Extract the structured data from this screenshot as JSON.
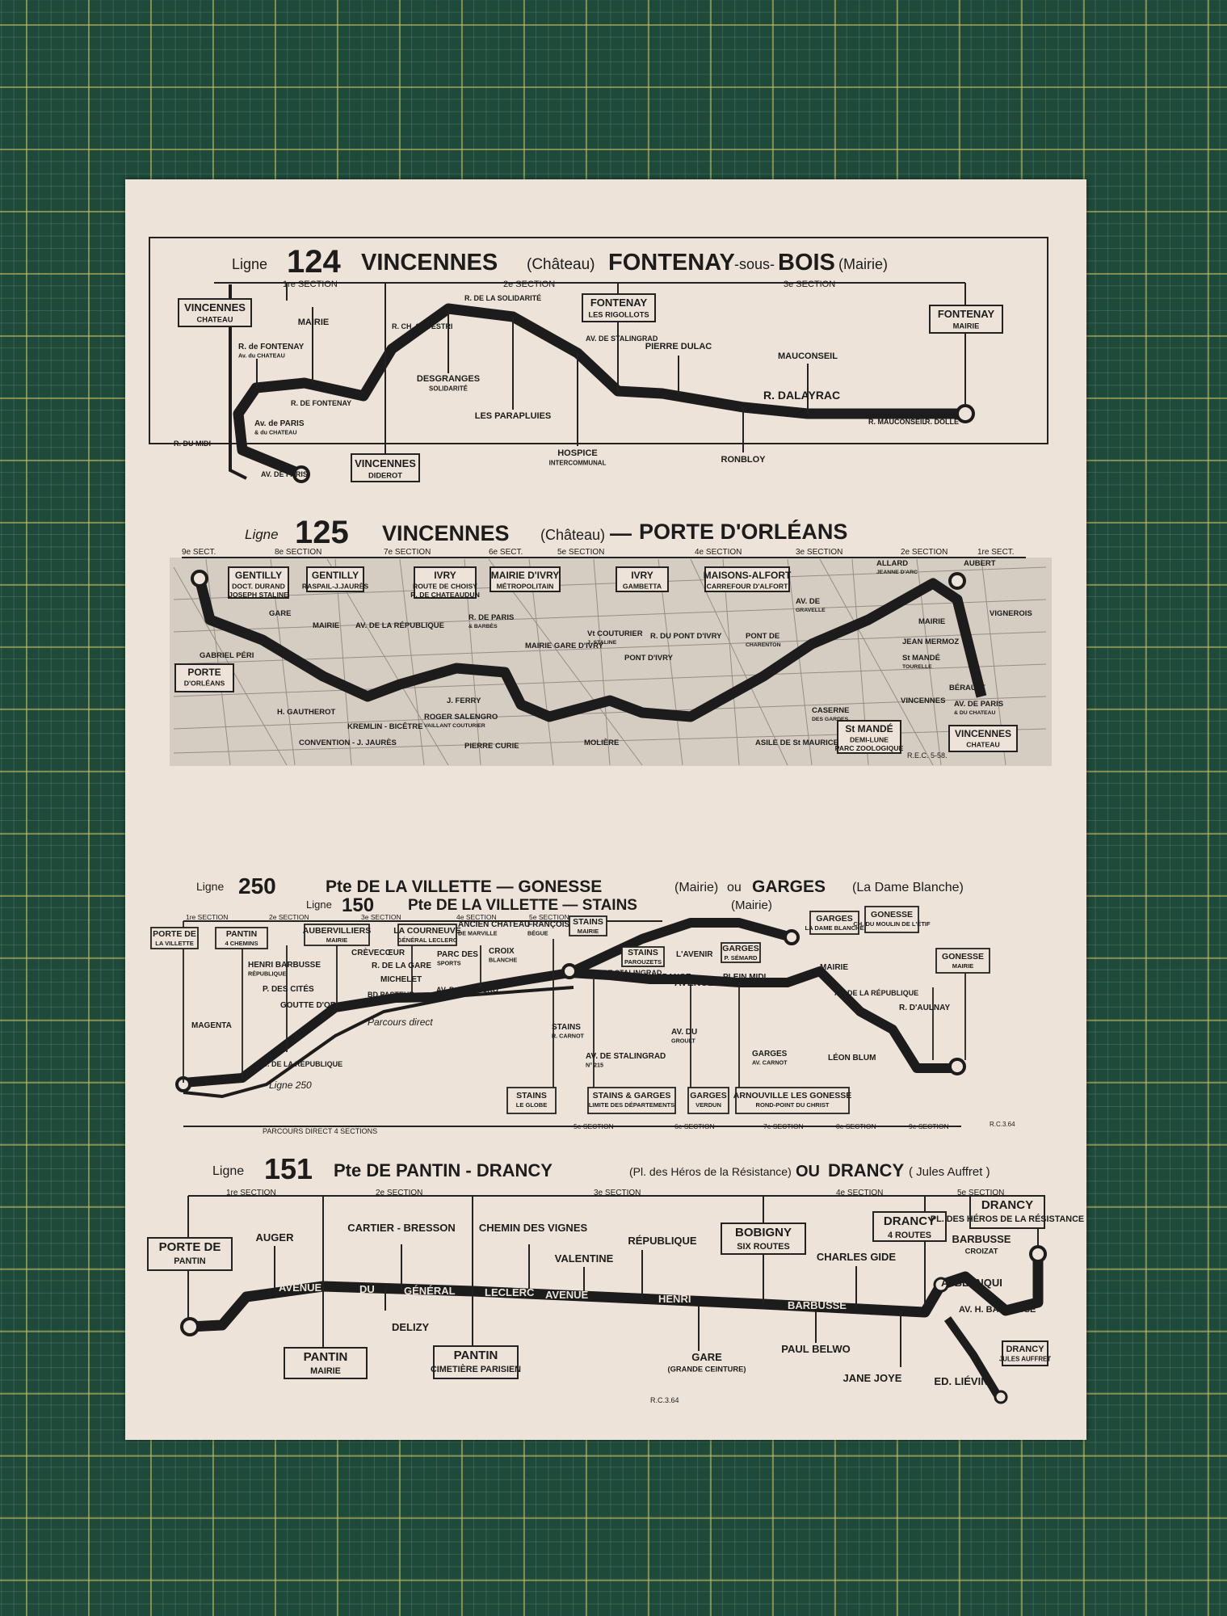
{
  "map124": {
    "ligne": "Ligne",
    "number": "124",
    "from": "VINCENNES",
    "from_note": "(Château)",
    "to_a": "FONTENAY",
    "to_b": "-sous-",
    "to_c": "BOIS",
    "to_note": "(Mairie)",
    "sections": [
      "1re SECTION",
      "2e SECTION",
      "3e SECTION"
    ],
    "stops": [
      "VINCENNES|CHATEAU",
      "MAIRIE",
      "R. de FONTENAY|Av. du CHATEAU",
      "Av. de PARIS|& du CHATEAU",
      "VINCENNES|DIDEROT",
      "DESGRANGES|SOLIDARITÉ",
      "LES PARAPLUIES",
      "HOSPICE|INTERCOMMUNAL",
      "FONTENAY|LES RIGOLLOTS",
      "PIERRE DULAC",
      "RONBLOY",
      "MAUCONSEIL",
      "FONTENAY|MAIRIE"
    ],
    "streets": [
      "AV. DE PARIS",
      "R. DE FONTENAY",
      "R. CH. SILVESTRI",
      "R. DE LA SOLIDARITÉ",
      "AV. DE STALINGRAD",
      "R. DALAYRAC",
      "R. MAUCONSEIL",
      "R. DOLLÉ",
      "R. DU MIDI"
    ]
  },
  "map125": {
    "ligne": "Ligne",
    "number": "125",
    "from": "VINCENNES",
    "from_note": "(Château)",
    "dash": "—",
    "to": "PORTE D'ORLÉANS",
    "sections": [
      "9e SECT.",
      "8e SECTION",
      "7e SECTION",
      "6e SECT.",
      "5e SECTION",
      "4e SECTION",
      "3e SECTION",
      "2e SECTION",
      "1re SECT."
    ],
    "boxed": [
      "GENTILLY|DOCT. DURAND|JOSEPH STALINE",
      "GENTILLY|RASPAIL-J.JAURÈS",
      "IVRY|ROUTE DE CHOISY|R. DE CHATEAUDUN",
      "MAIRIE D'IVRY|MÉTROPOLITAIN",
      "IVRY|GAMBETTA",
      "MAISONS-ALFORT|CARREFOUR D'ALFORT",
      "PORTE|D'ORLÉANS",
      "St MANDÉ|DEMI-LUNE|PARC ZOOLOGIQUE",
      "VINCENNES|CHATEAU"
    ],
    "labels": [
      "GARE",
      "MAIRIE",
      "AV. DE LA RÉPUBLIQUE",
      "R. DE PARIS|& BARBÈS",
      "MAIRIE GARE D'IVRY",
      "Vt COUTURIER|J. STALINE",
      "R. DU PONT D'IVRY",
      "PONT D'IVRY",
      "PONT DE|CHARENTON",
      "AV. DE|GRAVELLE",
      "ALLARD|JEANNE D'ARC",
      "AUBERT",
      "MAIRIE",
      "JEAN MERMOZ",
      "St MANDÉ|TOURELLE",
      "BÉRAULT",
      "AV. DE PARIS|& DU CHATEAU",
      "CASERNE|DES GARDES",
      "ASILE DE St MAURICE",
      "MOLIÈRE",
      "PIERRE CURIE",
      "ROGER SALENGRO|VAILLANT COUTURIER",
      "J. FERRY",
      "CONVENTION - J. JAURÈS",
      "H. GAUTHEROT",
      "GABRIEL PÉRI",
      "KREMLIN - BICÊTRE",
      "VINCENNES",
      "VIGNEROIS"
    ],
    "ref": "R.E.C. 5-58."
  },
  "map250": {
    "ligne250": "Ligne",
    "number250": "250",
    "title250": "Pte DE LA VILLETTE — GONESSE",
    "title250_note": "(Mairie)",
    "title250_ou": "ou",
    "title250_to": "GARGES",
    "title250_to_note": "(La Dame Blanche)",
    "ligne150": "Ligne",
    "number150": "150",
    "title150": "Pte DE LA VILLETTE  —  STAINS",
    "title150_note": "(Mairie)",
    "sections": [
      "1re SECTION",
      "2e SECTION",
      "3e SECTION",
      "4e SECTION",
      "5e SECTION",
      "5e SECTION",
      "6e SECTION",
      "7e SECTION",
      "8e SECTION",
      "9e SECTION"
    ],
    "boxed": [
      "PORTE DE|LA VILLETTE",
      "PANTIN|4 CHEMINS",
      "AUBERVILLIERS|MAIRIE",
      "LA COURNEUVE|GÉNÉRAL LECLERC",
      "STAINS|MAIRIE",
      "STAINS|PAROUZETS",
      "GARGES|P. SÉMARD",
      "GARGES|LA DAME BLANCHE",
      "GONESSE|CH. DU MOULIN DE L'ÉTIF",
      "GONESSE|MAIRIE",
      "STAINS|LE GLOBE",
      "STAINS & GARGES|LIMITE DES DÉPARTEMENTS",
      "GARGES|VERDUN",
      "ARNOUVILLE LES GONESSE|ROND-POINT DU CHRIST"
    ],
    "labels": [
      "MAGENTA",
      "HENRI BARBUSSE|RÉPUBLIQUE",
      "P. DES CITÉS",
      "GOUTTE D'OR",
      "CRÈVECŒUR",
      "R. DE LA GARE",
      "MICHELET",
      "PARC DES|SPORTS",
      "ANCIEN CHATEAU|DE MARVILLE",
      "CROIX|BLANCHE",
      "FRANÇOIS|BÉGUE",
      "L'AVENIR",
      "LÉO LAGRANGE",
      "PLEIN MIDI",
      "MAIRIE",
      "R. D'AULNAY",
      "LÉON BLUM",
      "STAINS|R. CARNOT",
      "AV. DE STALINGRAD|N° 215",
      "AV. DU|GROULT",
      "GARGES|AV. CARNOT"
    ],
    "streets": [
      "AV. DE LA RÉPUBLIQUE",
      "BD PASTEUR",
      "AV. P. SALENGRO",
      "AV. DE STALINGRAD",
      "AVENUE DE STALINGRAD",
      "AV. DE LA RÉPUBLIQUE",
      "Parcours direct",
      "Ligne 250"
    ],
    "bottom": "PARCOURS  DIRECT  4 SECTIONS",
    "ref": "R.C.3.64"
  },
  "map151": {
    "ligne": "Ligne",
    "number": "151",
    "title": "Pte DE PANTIN - DRANCY",
    "note": "(Pl. des Héros de la Résistance)",
    "ou": "OU",
    "to": "DRANCY",
    "to_note": "( Jules Auffret )",
    "sections": [
      "1re SECTION",
      "2e SECTION",
      "3e SECTION",
      "4e SECTION",
      "5e SECTION"
    ],
    "boxed": [
      "PORTE DE|PANTIN",
      "BOBIGNY|SIX ROUTES",
      "DRANCY|4 ROUTES",
      "DRANCY|PL. DES HÉROS DE LA RÉSISTANCE",
      "PANTIN|MAIRIE",
      "PANTIN|CIMETIÈRE PARISIEN",
      "DRANCY|JULES AUFFRET"
    ],
    "labels": [
      "AUGER",
      "CARTIER - BRESSON",
      "CHEMIN DES VIGNES",
      "VALENTINE",
      "RÉPUBLIQUE",
      "CHARLES GIDE",
      "BARBUSSE|CROIZAT",
      "A. BLANQUI",
      "AV. H. BARBUSSE",
      "DELIZY",
      "GARE|(GRANDE CEINTURE)",
      "PAUL BELWO",
      "JANE JOYE",
      "ED. LIÉVIN"
    ],
    "streets": [
      "AVENUE",
      "DU",
      "GÉNÉRAL",
      "LECLERC",
      "AVENUE",
      "HENRI",
      "BARBUSSE"
    ],
    "ref": "R.C.3.64"
  }
}
